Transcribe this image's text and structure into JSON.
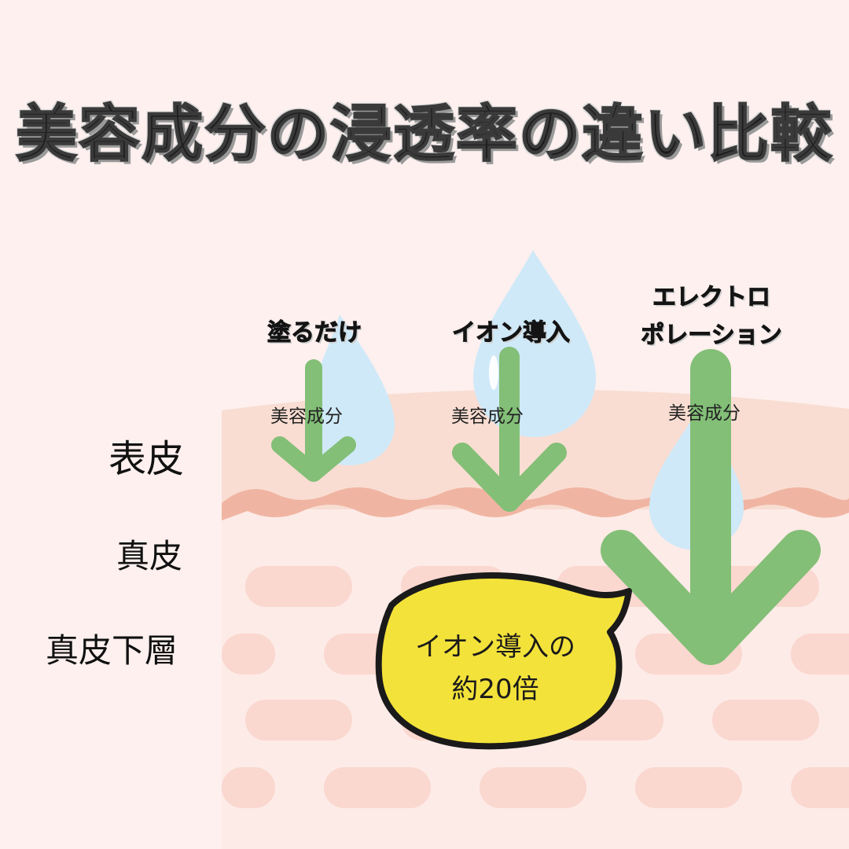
{
  "title": "美容成分の浸透率の違い比較",
  "methods": {
    "apply_only": "塗るだけ",
    "ion": "イオン導入",
    "electro_line1": "エレクトロ",
    "electro_line2": "ポレーション"
  },
  "ingredient_label": "美容成分",
  "layers": {
    "epidermis": "表皮",
    "dermis": "真皮",
    "subcutis": "真皮下層"
  },
  "callout": {
    "line1": "イオン導入の",
    "line2": "約20倍"
  },
  "colors": {
    "background": "#fdf0ee",
    "skin_band": "#f9ddd2",
    "skin_wave": "#f0b5a2",
    "dermis_bg": "#fdebe7",
    "fat_pill": "#fad7cf",
    "droplet": "#cfe9f8",
    "arrow": "#83bf77",
    "bubble": "#f3e23a"
  }
}
